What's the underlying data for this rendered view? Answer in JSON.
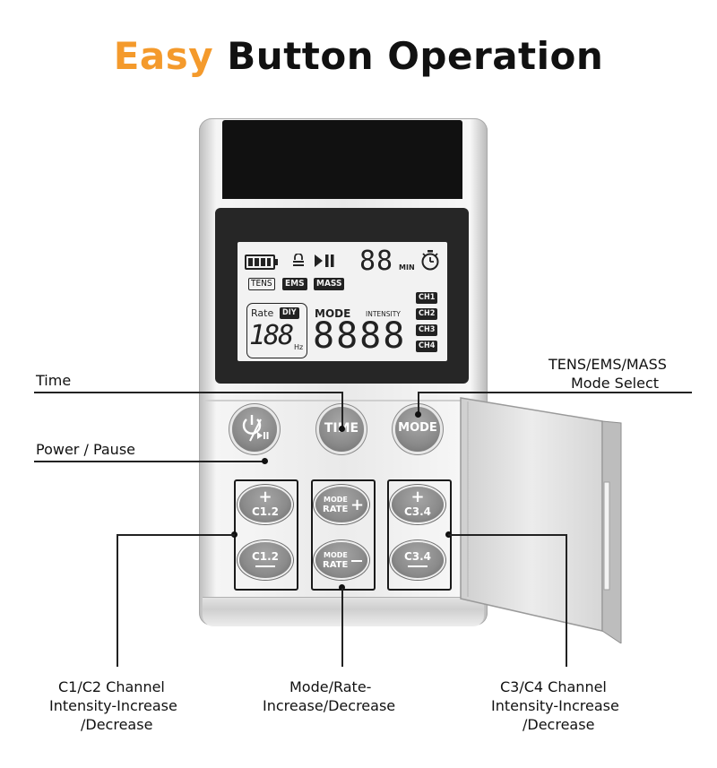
{
  "heading": {
    "accent": "Easy",
    "rest": " Button Operation"
  },
  "lcd": {
    "timer_digits": "88",
    "timer_unit": "MIN",
    "modes": [
      "TENS",
      "EMS",
      "MASS"
    ],
    "rate_label": "Rate",
    "diy_label": "DIY",
    "rate_digits": "188",
    "rate_unit": "Hz",
    "mode_label": "MODE",
    "intensity_label": "INTENSITY",
    "main_digits": "8888",
    "channels": [
      "CH1",
      "CH2",
      "CH3",
      "CH4"
    ]
  },
  "buttons": {
    "time": "TIME",
    "mode": "MODE",
    "c12_plus_sub": "C1.2",
    "c12_minus_sub": "C1.2",
    "rate_plus_top": "MODE",
    "rate_plus_bottom": "RATE",
    "rate_minus_top": "MODE",
    "rate_minus_bottom": "RATE",
    "c34_plus_sub": "C3.4",
    "c34_minus_sub": "C3.4"
  },
  "callouts": {
    "time": "Time",
    "power": "Power / Pause",
    "mode_line1": "TENS/EMS/MASS",
    "mode_line2": "Mode Select",
    "c12_line1": "C1/C2 Channel",
    "c12_line2": "Intensity-Increase",
    "c12_line3": "/Decrease",
    "rate_line1": "Mode/Rate-",
    "rate_line2": "Increase/Decrease",
    "c34_line1": "C3/C4 Channel",
    "c34_line2": "Intensity-Increase",
    "c34_line3": "/Decrease"
  }
}
